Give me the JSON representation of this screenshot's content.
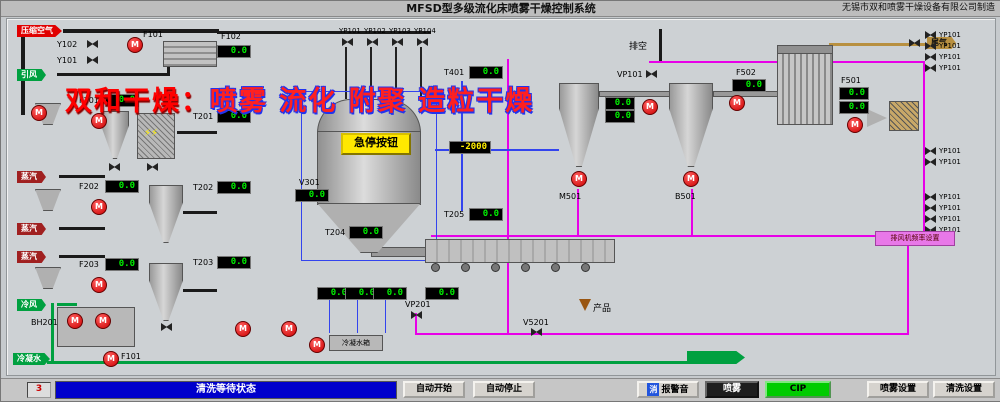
{
  "title_bar": {
    "title": "MFSD型多级流化床喷雾干燥控制系统",
    "manufacturer": "无锡市双和喷雾干燥设备有限公司制造"
  },
  "watermark": {
    "prefix": "双和干燥：",
    "text": "喷雾 流化 附聚 造粒干燥"
  },
  "colors": {
    "status_bar": "#0000cc",
    "cip_button": "#00cc00",
    "pump_red": "#cc0000",
    "pipe_magenta": "#e800e8",
    "pipe_green": "#00a040",
    "pipe_blue": "#3344ee",
    "estop_yellow": "#ffe800"
  },
  "flow_tags": [
    {
      "label": "压缩空气",
      "color": "#e00000"
    },
    {
      "label": "引风",
      "color": "#00a040"
    },
    {
      "label": "蒸汽",
      "color": "#a02020"
    },
    {
      "label": "蒸汽",
      "color": "#a02020"
    },
    {
      "label": "蒸汽",
      "color": "#a02020"
    },
    {
      "label": "冷风",
      "color": "#00a040"
    },
    {
      "label": "冷凝水",
      "color": "#00a040"
    }
  ],
  "displays": [
    {
      "label": "F102",
      "value": "0.0"
    },
    {
      "label": "T401",
      "value": "0.0"
    },
    {
      "label": "",
      "value": "-2000"
    },
    {
      "label": "T205",
      "value": "0.0"
    },
    {
      "label": "F201",
      "value": "0.0"
    },
    {
      "label": "T201",
      "value": "0.0"
    },
    {
      "label": "F202",
      "value": "0.0"
    },
    {
      "label": "T202",
      "value": "0.0"
    },
    {
      "label": "V301",
      "value": "0.0"
    },
    {
      "label": "F203",
      "value": "0.0"
    },
    {
      "label": "T203",
      "value": "0.0"
    },
    {
      "label": "T204",
      "value": "0.0"
    },
    {
      "label": "",
      "value": "0.0"
    },
    {
      "label": "",
      "value": "0.0"
    },
    {
      "label": "",
      "value": "0.0"
    },
    {
      "label": "",
      "value": "0.0"
    },
    {
      "label": "",
      "value": "0.0"
    },
    {
      "label": "",
      "value": "0.0"
    },
    {
      "label": "F502",
      "value": "0.0"
    },
    {
      "label": "F501",
      "value": "0.0"
    },
    {
      "label": "",
      "value": "0.0"
    }
  ],
  "top_valves": [
    {
      "label": "YP101"
    },
    {
      "label": "YP102"
    },
    {
      "label": "YP103"
    },
    {
      "label": "YP104"
    }
  ],
  "right_valves": [
    {
      "label": "YP101"
    },
    {
      "label": "YP101"
    },
    {
      "label": "YP101"
    },
    {
      "label": "YP101"
    },
    {
      "label": "YP101"
    },
    {
      "label": "YP101"
    },
    {
      "label": "YP101"
    },
    {
      "label": "YP101"
    },
    {
      "label": "YP101"
    },
    {
      "label": "YP101"
    }
  ],
  "labels": {
    "y102": "Y102",
    "y101": "Y101",
    "f101_top": "F101",
    "f101_bottom": "F101",
    "vp101": "VP101",
    "vp201": "VP201",
    "v5201": "V5201",
    "m501": "M501",
    "b501": "B501",
    "bh201": "BH201",
    "cond_tank": "冷凝水箱",
    "paikong": "排空",
    "weiqi": "尾气",
    "chanpin": "产品"
  },
  "icons": {
    "pump": "M",
    "lightning": "⚡⚡"
  },
  "estop": {
    "label": "急停按钮"
  },
  "legend_box": {
    "label": "排风机频率设置"
  },
  "bottom_bar": {
    "indicator": "3",
    "status": "清洗等待状态",
    "auto_start": "自动开始",
    "auto_stop": "自动停止",
    "mute_prefix": "消",
    "mute_label": "报警音",
    "spray": "喷雾",
    "cip": "CIP",
    "spray_settings": "喷雾设置",
    "clean_settings": "清洗设置"
  }
}
